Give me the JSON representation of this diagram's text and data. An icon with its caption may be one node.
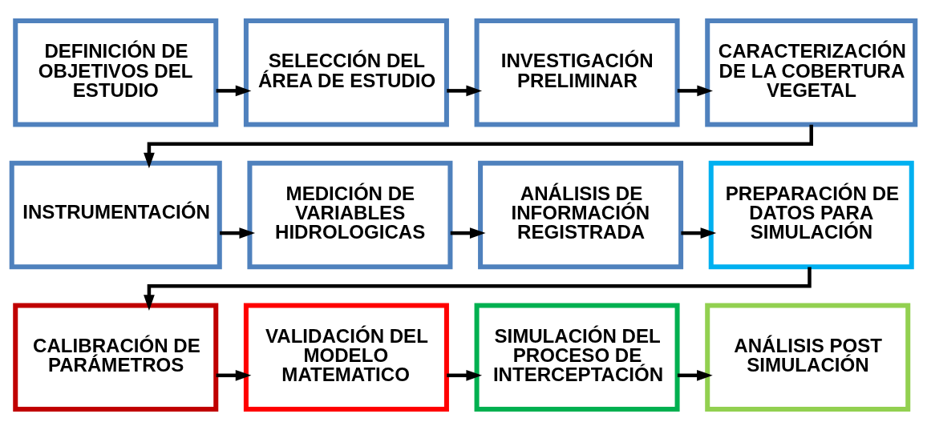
{
  "diagram": {
    "nodes": [
      {
        "text": [
          "DEFINICIÓN DE OBJETIVOS DEL ESTUDIO"
        ]
      },
      {
        "text": [
          "SELECCIÓN DEL ÁREA DE ESTUDIO"
        ]
      },
      {
        "text": [
          "INVESTIGACIÓN PRELIMINAR"
        ]
      },
      {
        "text": [
          "CARACTERIZACIÓN DE LA COBERTURA VEGETAL"
        ]
      },
      {
        "text": [
          "INSTRUMENTACIÓN"
        ]
      },
      {
        "text": [
          "MEDICIÓN DE VARIABLES HIDROLOGICAS"
        ]
      },
      {
        "text": [
          "ANÁLISIS DE INFORMACIÓN REGISTRADA"
        ]
      },
      {
        "text": [
          "PREPARACIÓN DE DATOS PARA SIMULACIÓN"
        ]
      },
      {
        "text": [
          "CALIBRACIÓN DE PARÁMETROS"
        ]
      },
      {
        "text": [
          "VALIDACIÓN DEL MODELO MATEMATICO"
        ]
      },
      {
        "text": [
          "SIMULACIÓN DEL PROCESO DE INTERCEPTACIÓN"
        ]
      },
      {
        "text": [
          "ANÁLISIS POST SIMULACIÓN"
        ]
      }
    ],
    "edges": [
      {
        "from": 0,
        "to": 1,
        "arrow": "to"
      },
      {
        "from": 1,
        "to": 2,
        "arrow": "to"
      },
      {
        "from": 2,
        "to": 3,
        "arrow": "to"
      },
      {
        "from": 3,
        "to": 4,
        "arrow": "to"
      },
      {
        "from": 4,
        "to": 5,
        "arrow": "to"
      },
      {
        "from": 5,
        "to": 6,
        "arrow": "to"
      },
      {
        "from": 6,
        "to": 7,
        "arrow": "to"
      },
      {
        "from": 7,
        "to": 8,
        "arrow": "to"
      },
      {
        "from": 8,
        "to": 9,
        "arrow": "to"
      },
      {
        "from": 9,
        "to": 10,
        "arrow": "to"
      },
      {
        "from": 10,
        "to": 11,
        "arrow": "to"
      }
    ]
  }
}
